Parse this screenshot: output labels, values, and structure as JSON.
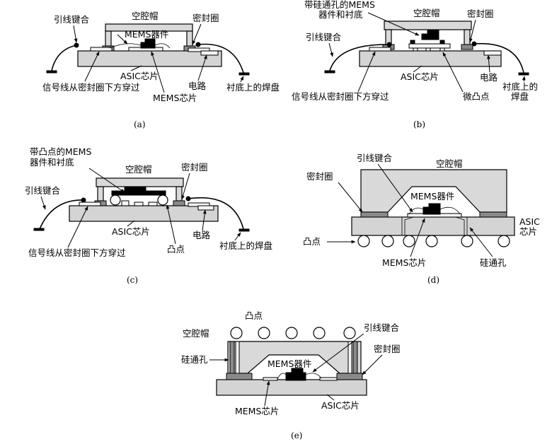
{
  "panels": {
    "a": {
      "caption": "(a)",
      "labels": {
        "wire_bond": "引线键合",
        "cap": "空腔帽",
        "seal_ring": "密封圈",
        "mems_device": "MEMS器件",
        "asic_chip": "ASIC芯片",
        "circuit": "电路",
        "signal_line": "信号线从密封圈下方穿过",
        "mems_chip": "MEMS芯片",
        "substrate_pad": "衬底上的焊盘"
      }
    },
    "b": {
      "caption": "(b)",
      "labels": {
        "mems_tsv_line1": "带硅通孔的MEMS",
        "mems_tsv_line2": "器件和衬底",
        "cap": "空腔帽",
        "seal_ring": "密封圈",
        "wire_bond": "引线键合",
        "asic_chip": "ASIC芯片",
        "circuit": "电路",
        "substrate_pad_line1": "衬底上的",
        "substrate_pad_line2": "焊盘",
        "signal_line": "信号线从密封圈下方穿过",
        "micro_bump": "微凸点"
      }
    },
    "c": {
      "caption": "(c)",
      "labels": {
        "mems_bump_line1": "带凸点的MEMS",
        "mems_bump_line2": "器件和衬底",
        "cap": "空腔帽",
        "seal_ring": "密封圈",
        "wire_bond": "引线键合",
        "asic_chip": "ASIC芯片",
        "circuit": "电路",
        "signal_line": "信号线从密封圈下方穿过",
        "bump": "凸点",
        "substrate_pad": "衬底上的焊盘"
      }
    },
    "d": {
      "caption": "(d)",
      "labels": {
        "wire_bond": "引线键合",
        "cap": "空腔帽",
        "seal_ring": "密封圈",
        "mems_device": "MEMS器件",
        "asic_line1": "ASIC",
        "asic_line2": "芯片",
        "bump": "凸点",
        "mems_chip": "MEMS芯片",
        "tsv": "硅通孔"
      }
    },
    "e": {
      "caption": "(e)",
      "labels": {
        "bump": "凸点",
        "cap": "空腔帽",
        "wire_bond": "引线键合",
        "seal_ring": "密封圈",
        "tsv": "硅通孔",
        "mems_device": "MEMS器件",
        "mems_chip": "MEMS芯片",
        "asic_chip": "ASIC芯片"
      }
    }
  }
}
